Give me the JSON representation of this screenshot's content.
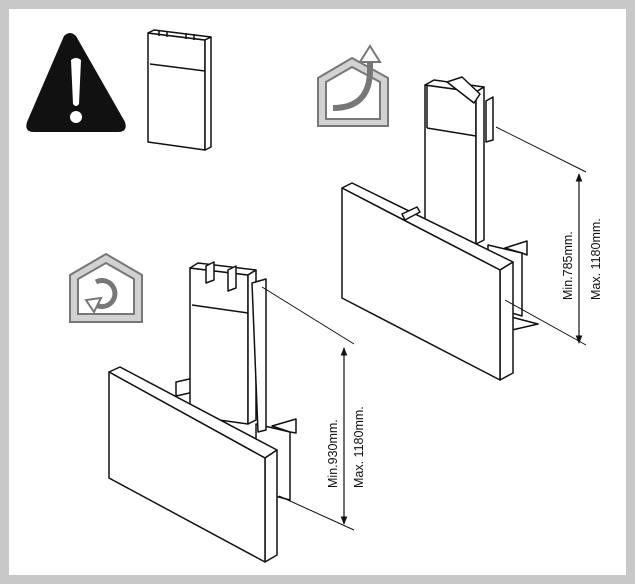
{
  "dimensions": {
    "extraction": {
      "min": "Min.785mm.",
      "max": "Max. 1180mm."
    },
    "recirculation": {
      "min": "Min.930mm.",
      "max": "Max. 1180mm."
    }
  },
  "icons": {
    "warning": "warning-triangle-icon",
    "chimney": "chimney-duct-icon",
    "extraction": "air-extraction-house-icon",
    "recirculation": "air-recirculation-house-icon"
  },
  "colors": {
    "frame": "#c8c8c8",
    "stroke": "#111111",
    "icon_fill": "#cfcfcf"
  }
}
